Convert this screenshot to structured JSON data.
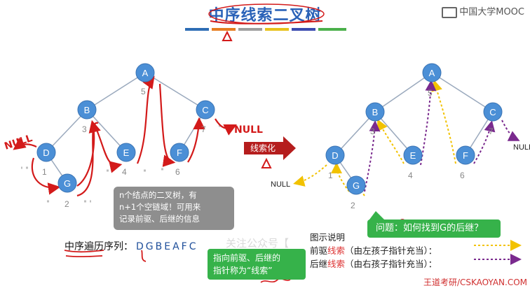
{
  "title": "中序线索二叉树",
  "brand": "中国大学MOOC",
  "colors": {
    "node_fill": "#4b8fd6",
    "pred_arrow": "#f2c200",
    "succ_arrow": "#7a2a8e",
    "annotation": "#d31a1a",
    "note_gray": "#8e8e8e",
    "note_green": "#36b24a",
    "colorbar": [
      "#2e6db5",
      "#e67e22",
      "#9e9e9e",
      "#e8c21c",
      "#3b4bb0",
      "#4bb04b"
    ]
  },
  "left_tree": {
    "nodes": [
      "A",
      "B",
      "C",
      "D",
      "E",
      "F",
      "G"
    ],
    "order_numbers": [
      "1",
      "2",
      "3",
      "4",
      "5",
      "6",
      "7"
    ],
    "null_labels": [
      "NULL",
      "NULL"
    ]
  },
  "right_tree": {
    "nodes": [
      "A",
      "B",
      "C",
      "D",
      "E",
      "F",
      "G"
    ],
    "order_numbers": [
      "1",
      "2",
      "3",
      "4",
      "5",
      "6",
      "7"
    ],
    "null_left": "NULL",
    "null_right": "NULL"
  },
  "thread_arrow_label": "线索化",
  "gray_note": {
    "line1": "n个结点的二叉树，有",
    "line2": "n+1个空链域！可用来",
    "line3": "记录前驱、后继的信息"
  },
  "inorder": {
    "label": "中序遍历序列：",
    "value": "DGBEAFC"
  },
  "question": "问题：如何找到G的后继？",
  "pointer_note": {
    "line1": "指向前驱、后继的",
    "line2": "指针称为“线索”"
  },
  "legend": {
    "title": "图示说明",
    "pred_prefix": "前驱",
    "pred_red": "线索",
    "pred_suffix": "（由左孩子指针充当）：",
    "succ_prefix": "后继",
    "succ_red": "线索",
    "succ_suffix": "（由右孩子指针充当）："
  },
  "watermark": "关注公众号【",
  "site": "王道考研/CSKAOYAN.COM"
}
